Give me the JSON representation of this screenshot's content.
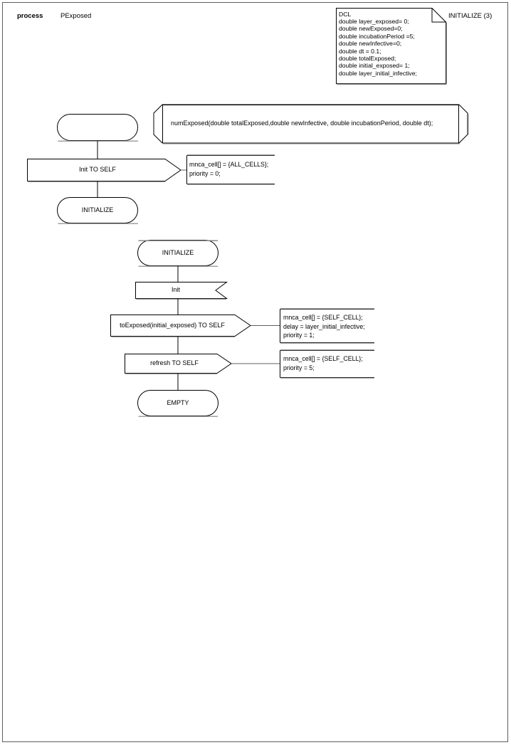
{
  "diagram": {
    "kind": "sdl-process-diagram",
    "header": {
      "keyword": "process",
      "name": "PExposed"
    },
    "page_label": "INITIALIZE (3)",
    "colors": {
      "stroke": "#000000",
      "frame": "#5d5d5d",
      "shadow": "#808080",
      "background": "#ffffff",
      "text": "#000000"
    },
    "declaration_block": {
      "title": "DCL",
      "lines": [
        "double layer_exposed= 0;",
        "double newExposed=0;",
        "double incubationPeriod =5;",
        "double newInfective=0;",
        "double dt = 0.1;",
        "double totalExposed;",
        "double initial_exposed= 1;",
        "double layer_initial_infective;"
      ]
    },
    "procedure_box": {
      "text": "numExposed(double totalExposed,double newInfective, double incubationPeriod, double dt);"
    },
    "flow_top": {
      "start_symbol_label": "",
      "output_label": "Init TO SELF",
      "output_note": [
        "mnca_cell[] = {ALL_CELLS};",
        "priority = 0;"
      ],
      "next_state_label": "INITIALIZE"
    },
    "flow_bottom": {
      "state_label": "INITIALIZE",
      "input_label": "Init",
      "output1_label": "toExposed(initial_exposed) TO SELF",
      "output1_note": [
        "mnca_cell[] = {SELF_CELL};",
        "delay = layer_initial_infective;",
        "priority = 1;"
      ],
      "output2_label": "refresh TO SELF",
      "output2_note": [
        "mnca_cell[] = {SELF_CELL};",
        "priority = 5;"
      ],
      "final_state_label": "EMPTY"
    }
  }
}
